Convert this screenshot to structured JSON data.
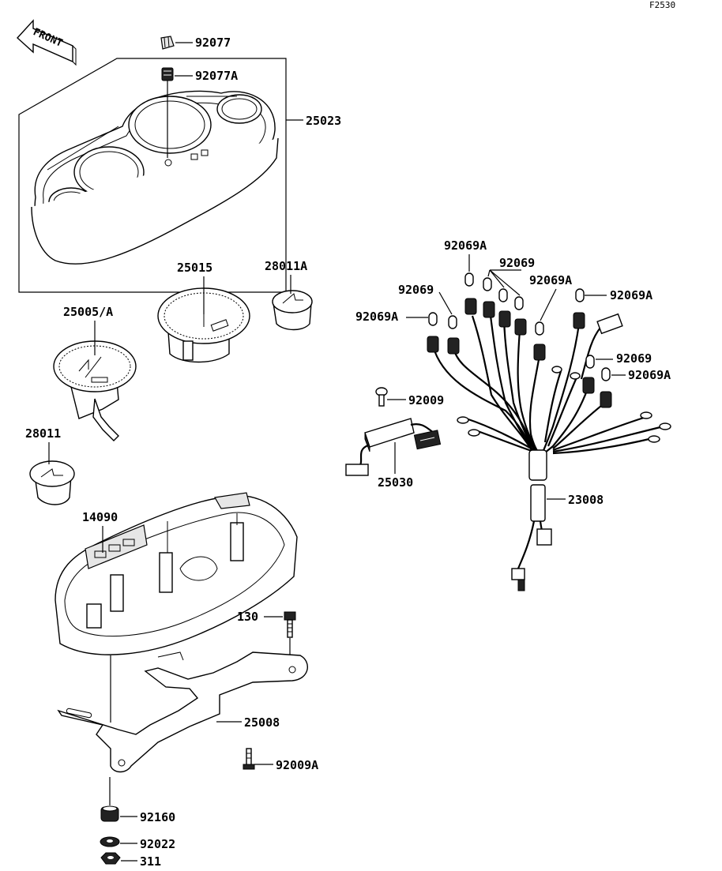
{
  "diagram_code": "F2530",
  "front_label": "FRONT",
  "parts": {
    "p92077": "92077",
    "p92077A": "92077A",
    "p25023": "25023",
    "p25015": "25015",
    "p28011A": "28011A",
    "p25005A": "25005/A",
    "p28011": "28011",
    "p14090": "14090",
    "p130": "130",
    "p25008": "25008",
    "p92009A": "92009A",
    "p92160": "92160",
    "p92022": "92022",
    "p311": "311",
    "p92009": "92009",
    "p25030": "25030",
    "p23008": "23008",
    "p92069A_top": "92069A",
    "p92069_top": "92069",
    "p92069_left": "92069",
    "p92069A_left": "92069A",
    "p92069A_mid": "92069A",
    "p92069A_right": "92069A",
    "p92069_right": "92069",
    "p92069A_right2": "92069A"
  }
}
